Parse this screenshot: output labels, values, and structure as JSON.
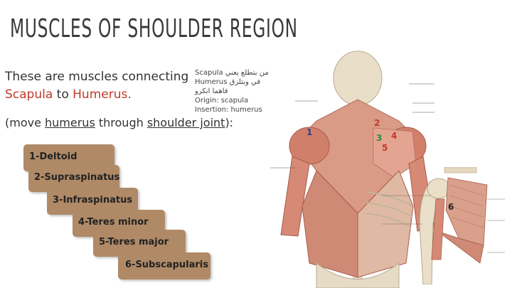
{
  "title": "MUSCLES OF SHOULDER REGION",
  "intro": {
    "line1": "These are muscles connecting",
    "scapula": "Scapula",
    "to": " to ",
    "humerus": "Humerus."
  },
  "notes": {
    "line1": "Scapula من بتطلع يعني",
    "line2": "Humerus في وبتلزق",
    "line3": "فاهما انكرو",
    "line4": "Origin: scapula",
    "line5": "Insertion: humerus"
  },
  "move": {
    "open": "(move ",
    "humerus": "humerus",
    "through": " through ",
    "joint": "shoulder joint",
    "close": "):"
  },
  "muscles": [
    "1-Deltoid",
    "2-Supraspinatus",
    "3-Infraspinatus",
    "4-Teres minor",
    "5-Teres major",
    "6-Subscapularis"
  ],
  "figure_numbers": {
    "n1": "1",
    "n2": "2",
    "n3": "3",
    "n4": "4",
    "n5": "5",
    "n6": "6"
  },
  "colors": {
    "step_fill": "#b08a67",
    "accent_red": "#c0392b",
    "num_blue": "#2c3e99",
    "num_green": "#2e8b3a"
  }
}
